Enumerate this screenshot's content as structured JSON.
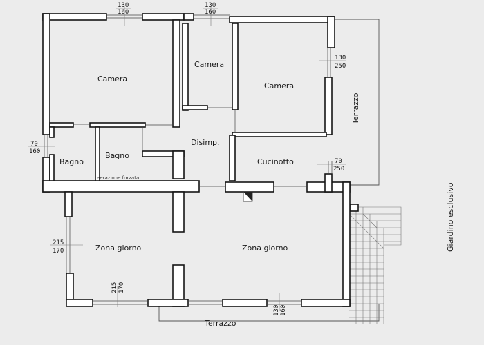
{
  "rooms": {
    "camera_left": "Camera",
    "camera_mid": "Camera",
    "camera_right": "Camera",
    "disimp": "Disimp.",
    "bagno_left": "Bagno",
    "bagno_right": "Bagno",
    "aerazione": "aerazione forzata",
    "cucinotto": "Cucinotto",
    "zona_giorno_left": "Zona giorno",
    "zona_giorno_right": "Zona giorno",
    "terrazzo_side": "Terrazzo",
    "terrazzo_bottom": "Terrazzo",
    "giardino": "Giardino esclusivo"
  },
  "dims": {
    "d1_top": "130",
    "d1_bot": "160",
    "d2_top": "130",
    "d2_bot": "160",
    "d3_top": "130",
    "d3_bot": "250",
    "d4_top": "70",
    "d4_bot": "160",
    "d5_top": "70",
    "d5_bot": "250",
    "d6_top": "215",
    "d6_bot": "170",
    "d7_top": "215",
    "d7_bot": "170",
    "d8_top": "130",
    "d8_bot": "160"
  }
}
